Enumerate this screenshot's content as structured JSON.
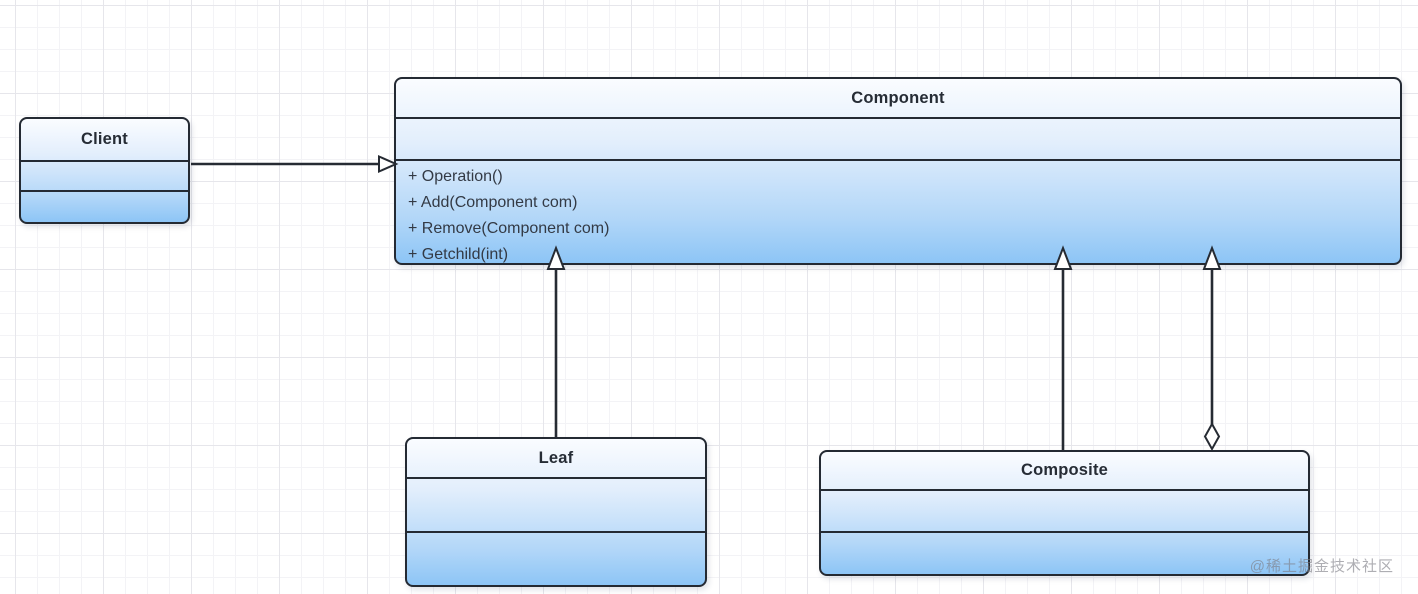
{
  "diagram": {
    "type": "uml-class-diagram",
    "pattern": "Composite",
    "classes": {
      "client": {
        "name": "Client",
        "attributes": [],
        "methods": []
      },
      "component": {
        "name": "Component",
        "attributes": [],
        "methods": [
          "+ Operation()",
          "+ Add(Component com)",
          "+ Remove(Component com)",
          "+ Getchild(int)"
        ]
      },
      "leaf": {
        "name": "Leaf",
        "attributes": [],
        "methods": []
      },
      "composite": {
        "name": "Composite",
        "attributes": [],
        "methods": []
      }
    },
    "relationships": [
      {
        "from": "Client",
        "to": "Component",
        "type": "association",
        "marker_end": "open-arrow"
      },
      {
        "from": "Leaf",
        "to": "Component",
        "type": "generalization",
        "marker_end": "hollow-triangle"
      },
      {
        "from": "Composite",
        "to": "Component",
        "type": "generalization",
        "marker_end": "hollow-triangle"
      },
      {
        "from": "Composite",
        "to": "Component",
        "type": "aggregation",
        "marker_start": "hollow-diamond",
        "marker_end": "hollow-triangle"
      }
    ],
    "colors": {
      "box_border": "#242a33",
      "box_gradient_top": "#fafcff",
      "box_gradient_bottom": "#8dc5f6",
      "line": "#262b33",
      "title_text": "#262c35",
      "method_text": "#333a45",
      "grid_minor": "#f3f3f6",
      "grid_major": "#e6e6eb",
      "watermark_text": "#7d7d84"
    }
  },
  "watermark": {
    "text": "@稀土掘金技术社区"
  }
}
